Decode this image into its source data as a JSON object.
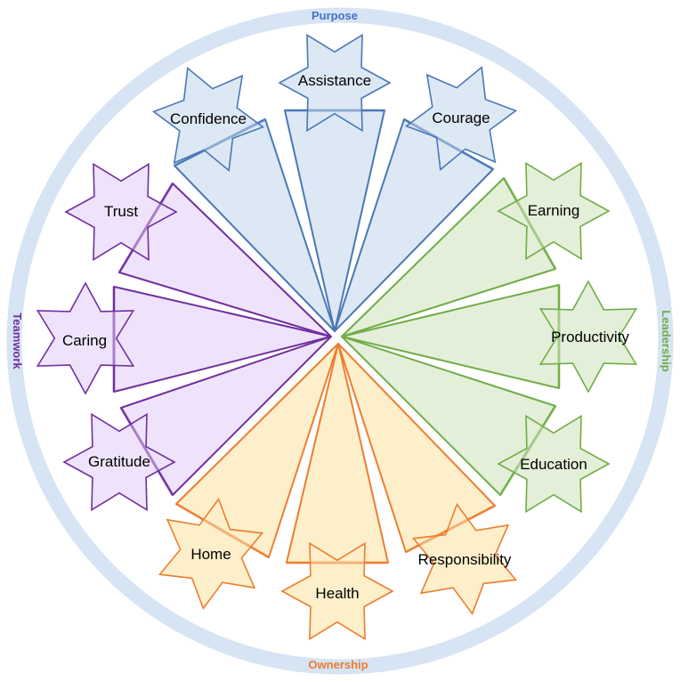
{
  "colors": {
    "ring": "#d6e4f3",
    "purpose": {
      "fill": "#dde8f5",
      "stroke": "#4a78b5",
      "label": "#4472c4"
    },
    "leadership": {
      "fill": "#e4efd9",
      "stroke": "#70ad47",
      "label": "#70ad47"
    },
    "ownership": {
      "fill": "#fdefc9",
      "stroke": "#ed7d31",
      "label": "#ed7d31"
    },
    "teamwork": {
      "fill": "#efe3fb",
      "stroke": "#7030a0",
      "label": "#7030a0"
    }
  },
  "ring_labels": {
    "purpose": "Purpose",
    "leadership": "Leadership",
    "ownership": "Ownership",
    "teamwork": "Teamwork"
  },
  "stars": {
    "assistance": "Assistance",
    "confidence": "Confidence",
    "courage": "Courage",
    "earning": "Earning",
    "productivity": "Productivity",
    "education": "Education",
    "responsibility": "Responsibility",
    "health": "Health",
    "home": "Home",
    "gratitude": "Gratitude",
    "caring": "Caring",
    "trust": "Trust"
  }
}
